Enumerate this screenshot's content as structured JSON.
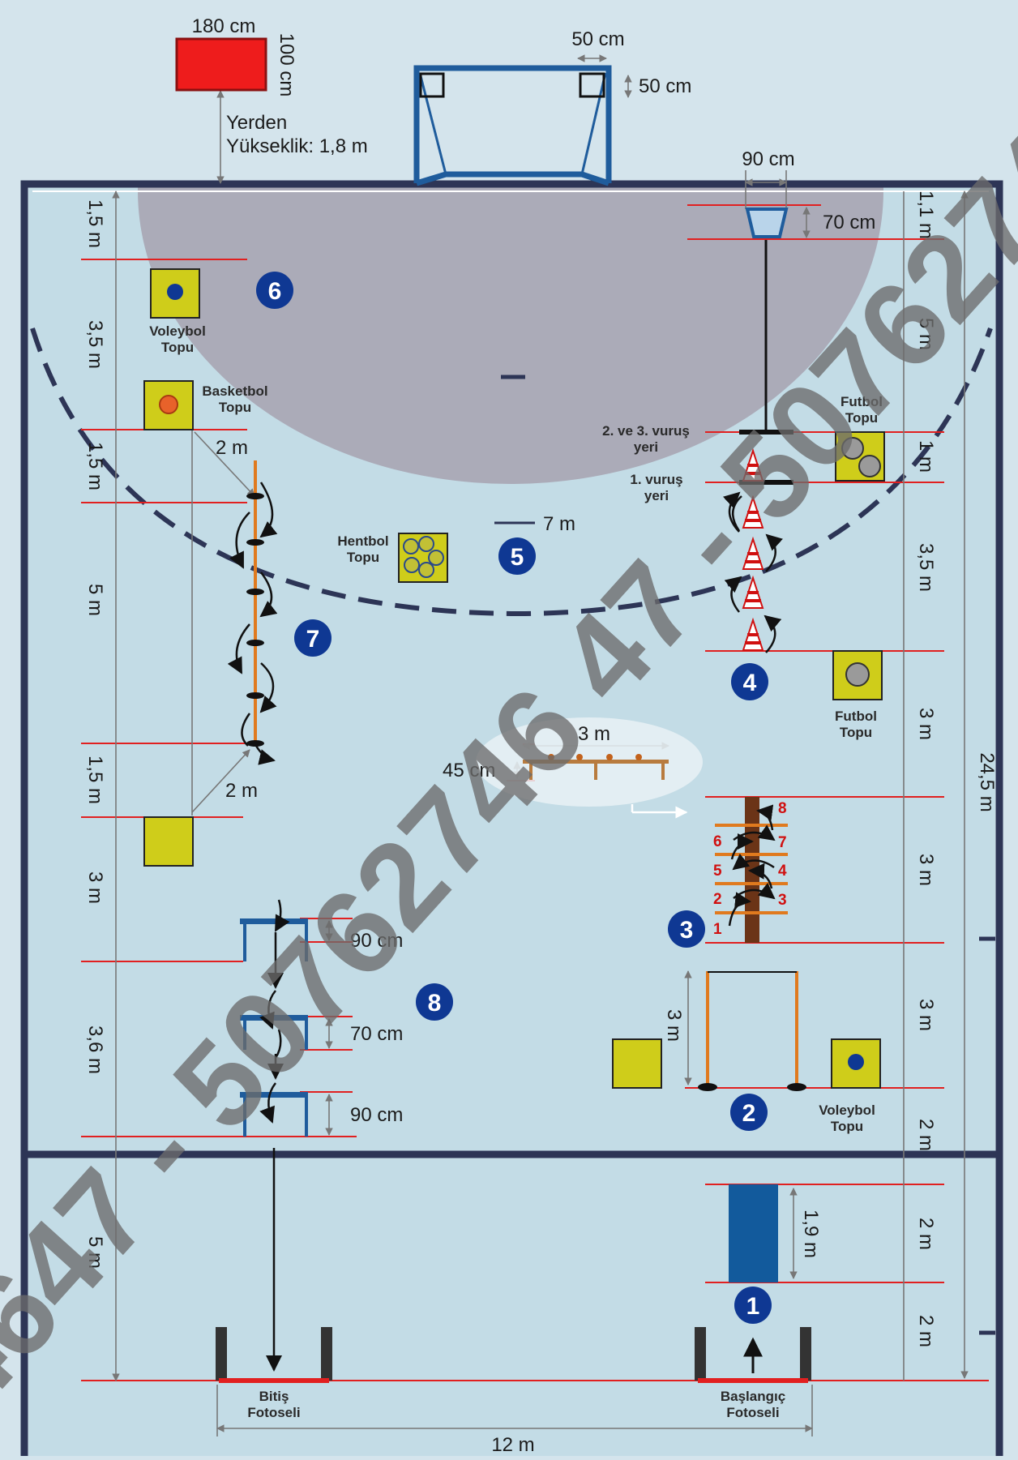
{
  "top": {
    "sign_width": "180 cm",
    "sign_height": "100 cm",
    "sign_height_label_line1": "Yerden",
    "sign_height_label_line2": "Yükseklik: 1,8 m",
    "goal_target_width": "50 cm",
    "goal_target_height": "50 cm",
    "basket_width": "90 cm",
    "basket_height": "70 cm"
  },
  "left_dims": [
    "1,5 m",
    "3,5 m",
    "1,5 m",
    "5 m",
    "1,5 m",
    "3 m",
    "3,6 m",
    "5 m"
  ],
  "right_dims": [
    "1,1 m",
    "5 m",
    "1 m",
    "3,5 m",
    "3 m",
    "3 m",
    "3 m",
    "2 m",
    "2 m",
    "2 m"
  ],
  "total_length": "24,5 m",
  "total_width": "12 m",
  "labels": {
    "volleyball_top": [
      "Voleybol",
      "Topu"
    ],
    "basketball": [
      "Basketbol",
      "Topu"
    ],
    "football_top": [
      "Futbol",
      "Topu"
    ],
    "football_mid": [
      "Futbol",
      "Topu"
    ],
    "handball": [
      "Hentbol",
      "Topu"
    ],
    "volleyball_bottom": [
      "Voleybol",
      "Topu"
    ],
    "shot_2_3": [
      "2. ve 3. vuruş",
      "yeri"
    ],
    "shot_1": [
      "1. vuruş",
      "yeri"
    ],
    "finish": [
      "Bitiş",
      "Fotoseli"
    ],
    "start": [
      "Başlangıç",
      "Fotoseli"
    ]
  },
  "misc_dims": {
    "seven_m": "7 m",
    "diag_2m_top": "2 m",
    "diag_2m_bottom": "2 m",
    "bench_length": "3 m",
    "bench_height": "45 cm",
    "hurdle_1": "90 cm",
    "hurdle_2": "70 cm",
    "hurdle_3": "90 cm",
    "pole_height": "3 m",
    "mat_length": "1,9 m"
  },
  "ladder_numbers": [
    "1",
    "2",
    "3",
    "4",
    "5",
    "6",
    "7",
    "8"
  ],
  "stations": [
    "1",
    "2",
    "3",
    "4",
    "5",
    "6",
    "7",
    "8"
  ],
  "watermark": "4647 - 50762746 47 - 50762746 47 - 5076",
  "colors": {
    "background": "#d4e4ec",
    "court_border": "#2d3556",
    "area_grey": "#a9a6b4",
    "station_badge": "#0f3893",
    "yellow_box": "#cfcd1a",
    "sign_red": "#ee1c1c",
    "red_line": "#e12020",
    "goal_blue": "#1f5c9c",
    "orange_pole": "#e07a1e"
  }
}
